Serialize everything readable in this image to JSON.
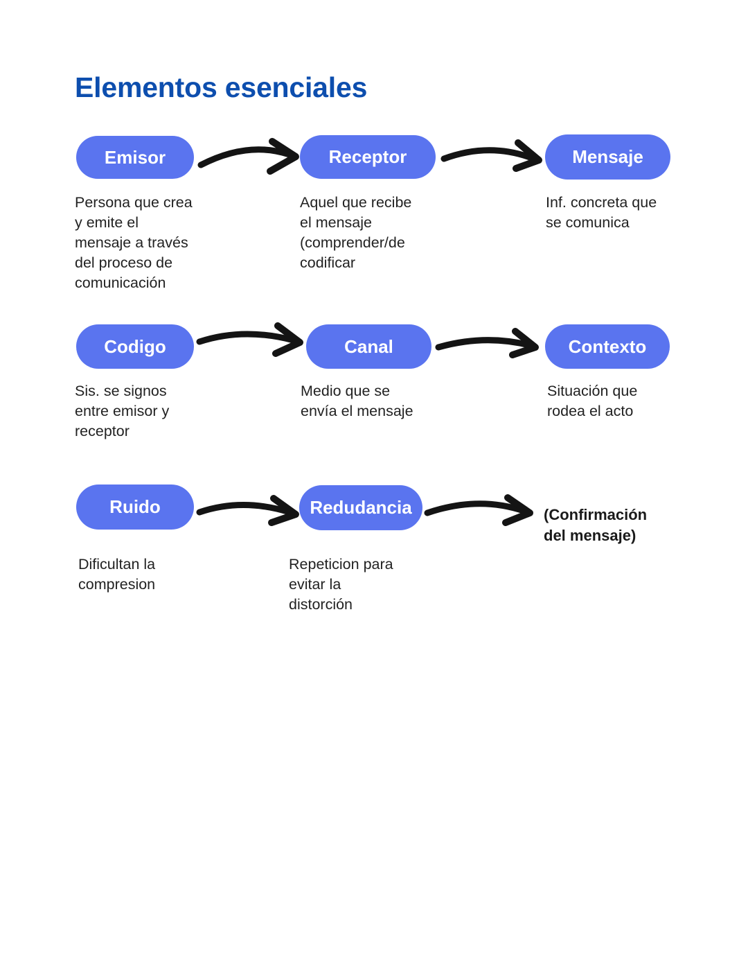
{
  "page": {
    "title": "Elementos esenciales"
  },
  "colors": {
    "title_blue": "#0d4eae",
    "pill_blue": "#5a74ef",
    "pill_text": "#ffffff",
    "body_text": "#222222",
    "arrow_black": "#141414",
    "background": "#ffffff"
  },
  "nodes": [
    {
      "label": "Emisor",
      "desc": "Persona que crea\ny emite el\nmensaje a través\ndel proceso de\ncomunicación"
    },
    {
      "label": "Receptor",
      "desc": "Aquel que recibe\nel mensaje\n(comprender/de\ncodificar"
    },
    {
      "label": "Mensaje",
      "desc": "Inf. concreta que\nse comunica"
    },
    {
      "label": "Codigo",
      "desc": "Sis. se signos\nentre emisor y\nreceptor"
    },
    {
      "label": "Canal",
      "desc": "Medio que se\nenvía el mensaje"
    },
    {
      "label": "Contexto",
      "desc": "Situación que\nrodea el acto"
    },
    {
      "label": "Ruido",
      "desc": "Dificultan la\ncompresion"
    },
    {
      "label": "Redudancia",
      "desc": "Repeticion para\nevitar la\ndistorción"
    }
  ],
  "note": {
    "text": "(Confirmación\ndel mensaje)"
  },
  "flows": [
    {
      "from": "Emisor",
      "to": "Receptor"
    },
    {
      "from": "Receptor",
      "to": "Mensaje"
    },
    {
      "from": "Codigo",
      "to": "Canal"
    },
    {
      "from": "Canal",
      "to": "Contexto"
    },
    {
      "from": "Ruido",
      "to": "Redudancia"
    },
    {
      "from": "Redudancia",
      "to": "(Confirmación del mensaje)"
    }
  ]
}
